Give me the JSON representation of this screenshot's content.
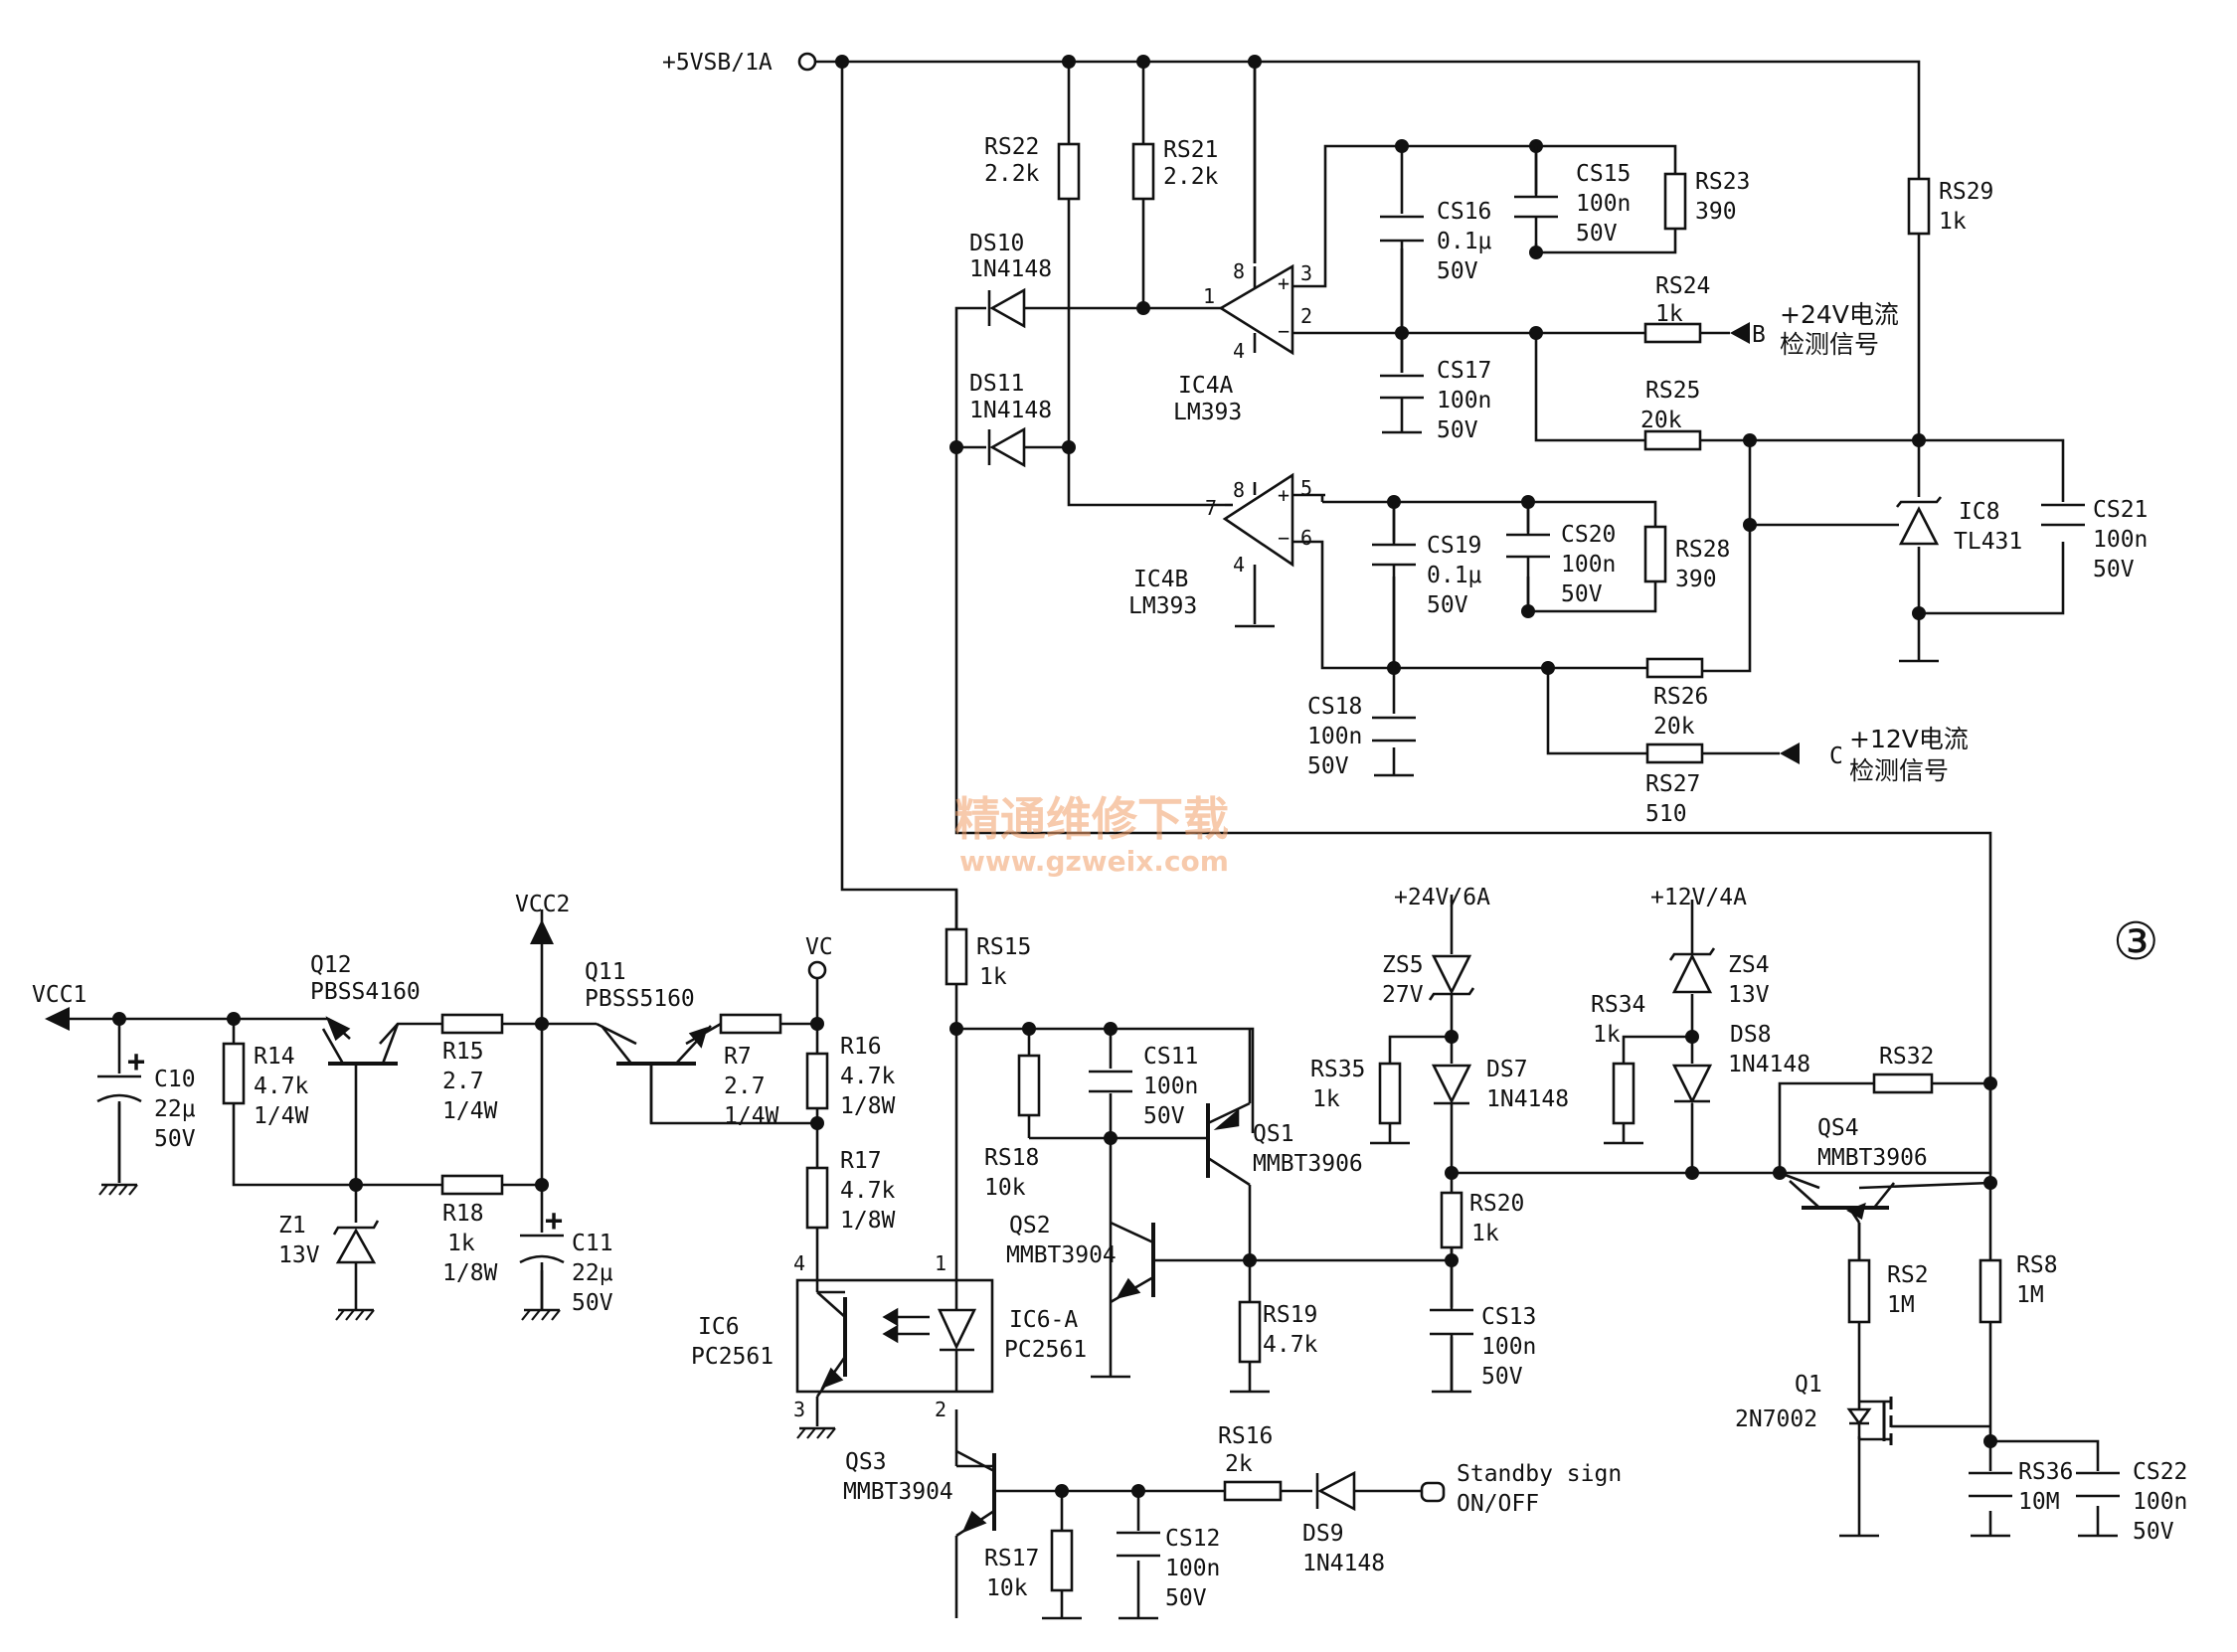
{
  "figure_number": "③",
  "watermark": {
    "cn": "精通维修下载",
    "url": "www.gzweix.com"
  },
  "nets": {
    "v5vsb": "+5VSB/1A",
    "vcc1": "VCC1",
    "vcc2": "VCC2",
    "vc": "VC",
    "v24": "+24V/6A",
    "v12": "+12V/4A",
    "sig_b": "B",
    "sig_b_desc1": "+24V电流",
    "sig_b_desc2": "检测信号",
    "sig_c": "C",
    "sig_c_desc1": "+12V电流",
    "sig_c_desc2": "检测信号",
    "standby1": "Standby sign",
    "standby2": "ON/OFF"
  },
  "components": {
    "rs22": {
      "ref": "RS22",
      "value": "2.2k"
    },
    "rs21": {
      "ref": "RS21",
      "value": "2.2k"
    },
    "ds10": {
      "ref": "DS10",
      "value": "1N4148"
    },
    "ds11": {
      "ref": "DS11",
      "value": "1N4148"
    },
    "ic4a": {
      "ref": "IC4A",
      "value": "LM393"
    },
    "ic4b": {
      "ref": "IC4B",
      "value": "LM393"
    },
    "cs16": {
      "ref": "CS16",
      "value": "0.1μ",
      "voltage": "50V"
    },
    "cs15": {
      "ref": "CS15",
      "value": "100n",
      "voltage": "50V"
    },
    "rs23": {
      "ref": "RS23",
      "value": "390"
    },
    "rs24": {
      "ref": "RS24",
      "value": "1k"
    },
    "cs17": {
      "ref": "CS17",
      "value": "100n",
      "voltage": "50V"
    },
    "rs25": {
      "ref": "RS25",
      "value": "20k"
    },
    "rs29": {
      "ref": "RS29",
      "value": "1k"
    },
    "ic8": {
      "ref": "IC8",
      "value": "TL431"
    },
    "cs21": {
      "ref": "CS21",
      "value": "100n",
      "voltage": "50V"
    },
    "cs19": {
      "ref": "CS19",
      "value": "0.1μ",
      "voltage": "50V"
    },
    "cs20": {
      "ref": "CS20",
      "value": "100n",
      "voltage": "50V"
    },
    "rs28": {
      "ref": "RS28",
      "value": "390"
    },
    "cs18": {
      "ref": "CS18",
      "value": "100n",
      "voltage": "50V"
    },
    "rs26": {
      "ref": "RS26",
      "value": "20k"
    },
    "rs27": {
      "ref": "RS27",
      "value": "510"
    },
    "c10": {
      "ref": "C10",
      "value": "22μ",
      "voltage": "50V"
    },
    "r14": {
      "ref": "R14",
      "value": "4.7k",
      "power": "1/4W"
    },
    "q12": {
      "ref": "Q12",
      "value": "PBSS4160"
    },
    "r15": {
      "ref": "R15",
      "value": "2.7",
      "power": "1/4W"
    },
    "z1": {
      "ref": "Z1",
      "value": "13V"
    },
    "r18": {
      "ref": "R18",
      "value": "1k",
      "power": "1/8W"
    },
    "c11": {
      "ref": "C11",
      "value": "22μ",
      "voltage": "50V"
    },
    "q11": {
      "ref": "Q11",
      "value": "PBSS5160"
    },
    "r7": {
      "ref": "R7",
      "value": "2.7",
      "power": "1/4W"
    },
    "r16": {
      "ref": "R16",
      "value": "4.7k",
      "power": "1/8W"
    },
    "r17": {
      "ref": "R17",
      "value": "4.7k",
      "power": "1/8W"
    },
    "ic6": {
      "ref": "IC6",
      "value": "PC2561"
    },
    "ic6a": {
      "ref": "IC6-A",
      "value": "PC2561"
    },
    "rs15": {
      "ref": "RS15",
      "value": "1k"
    },
    "rs18": {
      "ref": "RS18",
      "value": "10k"
    },
    "cs11": {
      "ref": "CS11",
      "value": "100n",
      "voltage": "50V"
    },
    "qs1": {
      "ref": "QS1",
      "value": "MMBT3906"
    },
    "qs2": {
      "ref": "QS2",
      "value": "MMBT3904"
    },
    "rs19": {
      "ref": "RS19",
      "value": "4.7k"
    },
    "zs5": {
      "ref": "ZS5",
      "value": "27V"
    },
    "rs35": {
      "ref": "RS35",
      "value": "1k"
    },
    "ds7": {
      "ref": "DS7",
      "value": "1N4148"
    },
    "rs20": {
      "ref": "RS20",
      "value": "1k"
    },
    "cs13": {
      "ref": "CS13",
      "value": "100n",
      "voltage": "50V"
    },
    "zs4": {
      "ref": "ZS4",
      "value": "13V"
    },
    "rs34": {
      "ref": "RS34",
      "value": "1k"
    },
    "ds8": {
      "ref": "DS8",
      "value": "1N4148"
    },
    "rs32": {
      "ref": "RS32",
      "value": ""
    },
    "qs4": {
      "ref": "QS4",
      "value": "MMBT3906"
    },
    "rs2": {
      "ref": "RS2",
      "value": "1M"
    },
    "rs8": {
      "ref": "RS8",
      "value": "1M"
    },
    "q1": {
      "ref": "Q1",
      "value": "2N7002"
    },
    "rs36": {
      "ref": "RS36",
      "value": "10M"
    },
    "cs22": {
      "ref": "CS22",
      "value": "100n",
      "voltage": "50V"
    },
    "qs3": {
      "ref": "QS3",
      "value": "MMBT3904"
    },
    "rs17": {
      "ref": "RS17",
      "value": "10k"
    },
    "cs12": {
      "ref": "CS12",
      "value": "100n",
      "voltage": "50V"
    },
    "rs16": {
      "ref": "RS16",
      "value": "2k"
    },
    "ds9": {
      "ref": "DS9",
      "value": "1N4148"
    }
  },
  "pins": {
    "ic4a_p1": "1",
    "ic4a_p2": "2",
    "ic4a_p3": "3",
    "ic4a_p4": "4",
    "ic4a_p8": "8",
    "ic4b_p4": "4",
    "ic4b_p5": "5",
    "ic4b_p6": "6",
    "ic4b_p7": "7",
    "ic4b_p8": "8",
    "ic6_p1": "1",
    "ic6_p2": "2",
    "ic6_p3": "3",
    "ic6_p4": "4",
    "plus": "+",
    "minus": "−"
  }
}
